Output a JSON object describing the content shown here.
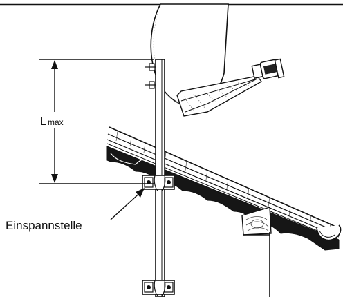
{
  "labels": {
    "length_main": "L",
    "length_sub": "max",
    "clamp_point": "Einspannstelle"
  }
}
